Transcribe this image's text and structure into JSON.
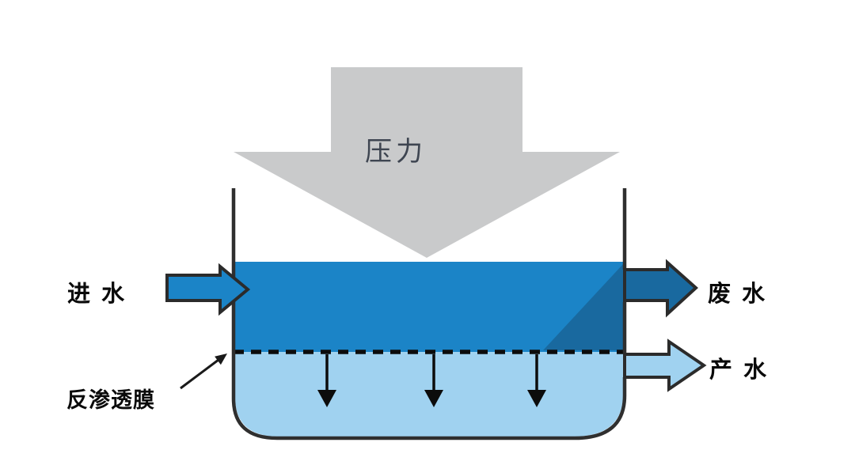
{
  "diagram": {
    "labels": {
      "pressure": "压力",
      "feed": "进 水",
      "waste": "废 水",
      "product": "产 水",
      "membrane": "反渗透膜"
    },
    "colors": {
      "background": "#ffffff",
      "pressure_arrow": "#c9cacb",
      "pressure_text": "#3e4551",
      "feed_water": "#1b84c7",
      "concentrate_dark": "#19699f",
      "permeate_light": "#a0d2f0",
      "outline": "#2b2b2b",
      "label_text": "#0a0a0a"
    }
  }
}
